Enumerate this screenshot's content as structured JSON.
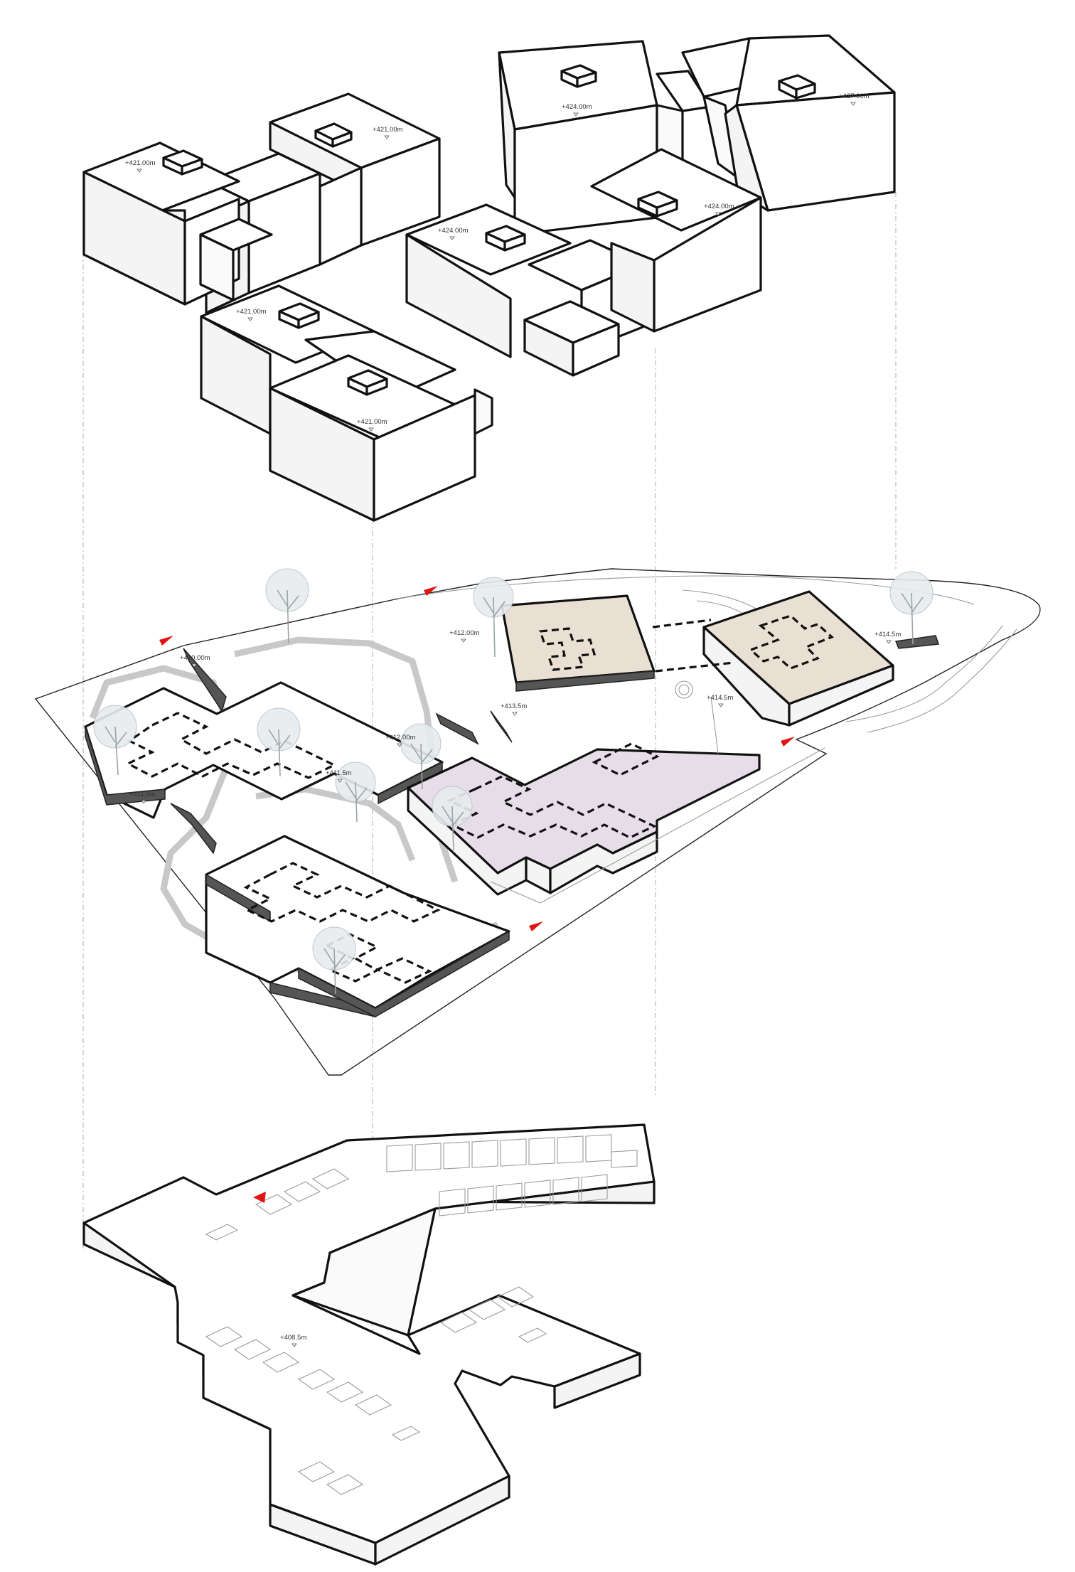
{
  "diagram": {
    "top_massing": {
      "elevations": [
        "+421.00m",
        "+421.00m",
        "+421.00m",
        "+421.00m",
        "+424.00m",
        "+427.00m",
        "+424.00m",
        "+424.00m"
      ]
    },
    "site_plan": {
      "elevations": [
        "+410.00m",
        "+412.00m",
        "+413.5m",
        "+414.5m",
        "+414.5m",
        "+412.00m",
        "+411.5m",
        "+411.5m"
      ]
    },
    "basement": {
      "elevations": [
        "+408.5m"
      ]
    },
    "colors": {
      "line": "#111111",
      "beige_block": "#eadfd3",
      "lilac_block": "#e6dde8",
      "entry_arrow": "#e11414",
      "tree": "#e7ecee"
    }
  }
}
